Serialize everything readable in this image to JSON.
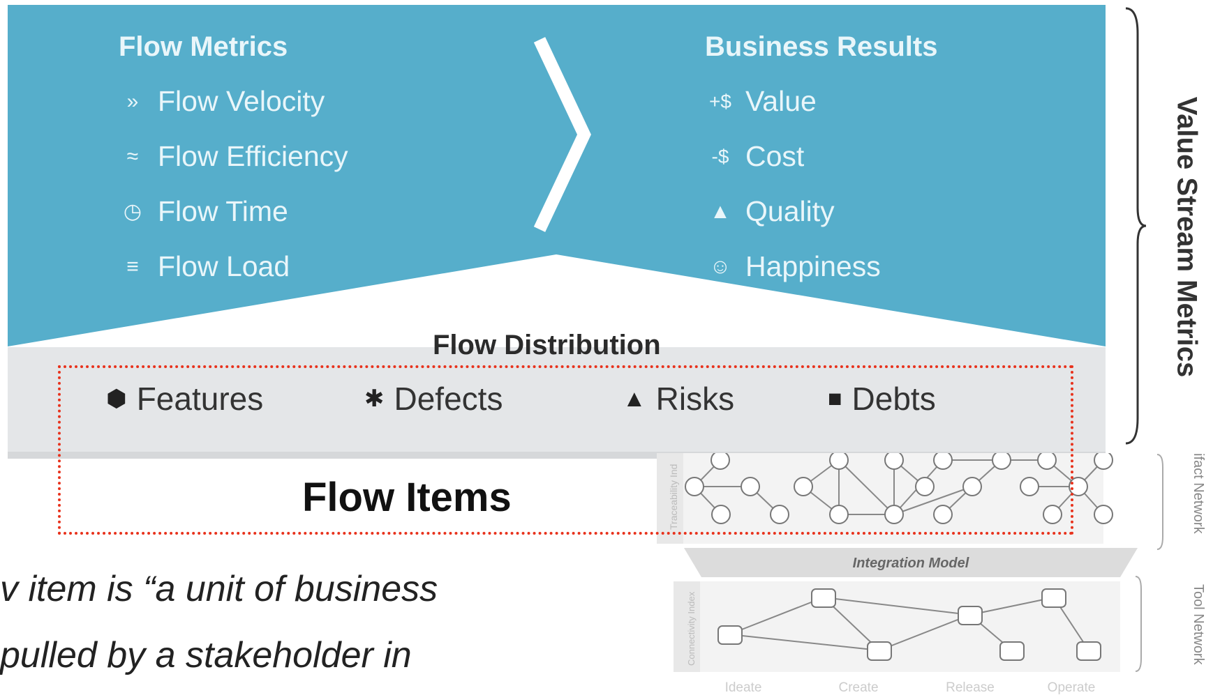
{
  "flow_metrics": {
    "title": "Flow Metrics",
    "items": [
      {
        "label": "Flow Velocity",
        "icon": "chevrons-icon"
      },
      {
        "label": "Flow Efficiency",
        "icon": "shuffle-icon"
      },
      {
        "label": "Flow Time",
        "icon": "clock-icon"
      },
      {
        "label": "Flow Load",
        "icon": "stack-icon"
      }
    ]
  },
  "business_results": {
    "title": "Business Results",
    "items": [
      {
        "label": "Value",
        "icon_text": "+$"
      },
      {
        "label": "Cost",
        "icon_text": "-$"
      },
      {
        "label": "Quality",
        "icon": "thumbs-up-icon"
      },
      {
        "label": "Happiness",
        "icon": "smiley-icon"
      }
    ]
  },
  "flow_distribution": {
    "title": "Flow Distribution",
    "items": [
      {
        "label": "Features",
        "icon": "cube-icon"
      },
      {
        "label": "Defects",
        "icon": "bug-icon"
      },
      {
        "label": "Risks",
        "icon": "warning-icon"
      },
      {
        "label": "Debts",
        "icon": "debt-bag-icon"
      }
    ]
  },
  "flow_items_label": "Flow Items",
  "value_stream_metrics_label": "Value Stream Metrics",
  "quote_lines": [
    "v item is “a unit of business",
    " pulled by a stakeholder in"
  ],
  "network": {
    "integration_model": "Integration Model",
    "artifact_network": "ifact Network",
    "tool_network": "Tool Network",
    "traceability_index": "Traceability Ind",
    "connectivity_index": "Connectivity Index",
    "stages": [
      "Ideate",
      "Create",
      "Release",
      "Operate"
    ]
  },
  "colors": {
    "panel_blue": "#56aecb",
    "band_gray": "#e4e6e8",
    "dotted_red": "#e8321c"
  }
}
